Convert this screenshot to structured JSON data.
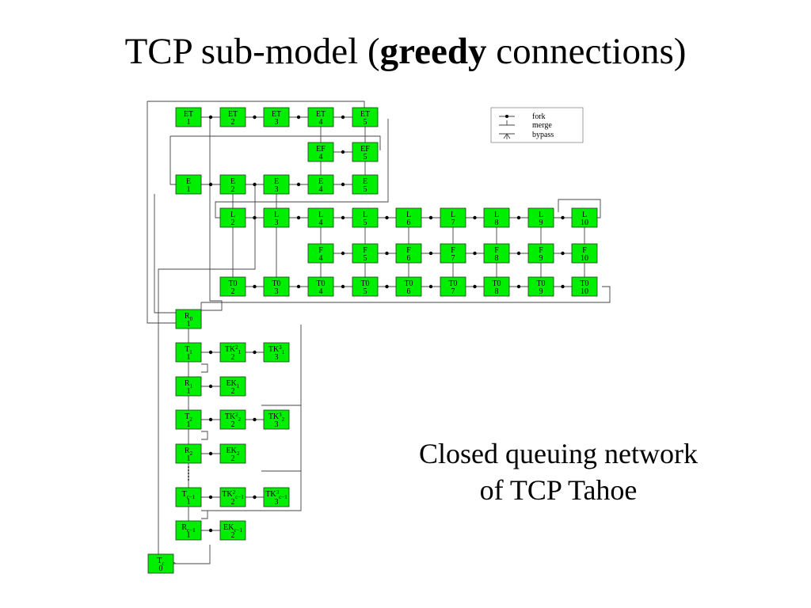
{
  "slide": {
    "title_pre": "TCP sub-model (",
    "title_bold": "greedy",
    "title_post": " connections)",
    "caption_line1": "Closed queuing network",
    "caption_line2": "of TCP Tahoe"
  },
  "legend": {
    "fork": "fork",
    "merge": "merge",
    "bypass": "bypass"
  },
  "nodes": [
    {
      "id": "ET1",
      "a": "ET",
      "b": "1"
    },
    {
      "id": "ET2",
      "a": "ET",
      "b": "2"
    },
    {
      "id": "ET3",
      "a": "ET",
      "b": "3"
    },
    {
      "id": "ET4",
      "a": "ET",
      "b": "4"
    },
    {
      "id": "ET5",
      "a": "ET",
      "b": "5"
    },
    {
      "id": "EF4",
      "a": "EF",
      "b": "4"
    },
    {
      "id": "EF5",
      "a": "EF",
      "b": "5"
    },
    {
      "id": "E1",
      "a": "E",
      "b": "1"
    },
    {
      "id": "E2",
      "a": "E",
      "b": "2"
    },
    {
      "id": "E3",
      "a": "E",
      "b": "3"
    },
    {
      "id": "E4",
      "a": "E",
      "b": "4"
    },
    {
      "id": "E5",
      "a": "E",
      "b": "5"
    },
    {
      "id": "L2",
      "a": "L",
      "b": "2"
    },
    {
      "id": "L3",
      "a": "L",
      "b": "3"
    },
    {
      "id": "L4",
      "a": "L",
      "b": "4"
    },
    {
      "id": "L5",
      "a": "L",
      "b": "5"
    },
    {
      "id": "L6",
      "a": "L",
      "b": "6"
    },
    {
      "id": "L7",
      "a": "L",
      "b": "7"
    },
    {
      "id": "L8",
      "a": "L",
      "b": "8"
    },
    {
      "id": "L9",
      "a": "L",
      "b": "9"
    },
    {
      "id": "L10",
      "a": "L",
      "b": "10"
    },
    {
      "id": "F4",
      "a": "F",
      "b": "4"
    },
    {
      "id": "F5",
      "a": "F",
      "b": "5"
    },
    {
      "id": "F6",
      "a": "F",
      "b": "6"
    },
    {
      "id": "F7",
      "a": "F",
      "b": "7"
    },
    {
      "id": "F8",
      "a": "F",
      "b": "8"
    },
    {
      "id": "F9",
      "a": "F",
      "b": "9"
    },
    {
      "id": "F10",
      "a": "F",
      "b": "10"
    },
    {
      "id": "T02",
      "a": "T0",
      "b": "2"
    },
    {
      "id": "T03",
      "a": "T0",
      "b": "3"
    },
    {
      "id": "T04",
      "a": "T0",
      "b": "4"
    },
    {
      "id": "T05",
      "a": "T0",
      "b": "5"
    },
    {
      "id": "T06",
      "a": "T0",
      "b": "6"
    },
    {
      "id": "T07",
      "a": "T0",
      "b": "7"
    },
    {
      "id": "T08",
      "a": "T0",
      "b": "8"
    },
    {
      "id": "T09",
      "a": "T0",
      "b": "9"
    },
    {
      "id": "T010",
      "a": "T0",
      "b": "10"
    },
    {
      "id": "R0",
      "a": "R",
      "sub": "0",
      "b": "1"
    },
    {
      "id": "T1",
      "a": "T",
      "sub": "1",
      "b": "1"
    },
    {
      "id": "TK1_2",
      "a": "TK",
      "sup": "2",
      "sub": "1",
      "b": "2"
    },
    {
      "id": "TK1_3",
      "a": "TK",
      "sup": "3",
      "sub": "1",
      "b": "3"
    },
    {
      "id": "R1",
      "a": "R",
      "sub": "1",
      "b": "1"
    },
    {
      "id": "EK1",
      "a": "EK",
      "sub": "1",
      "b": "2"
    },
    {
      "id": "T2",
      "a": "T",
      "sub": "2",
      "b": "1"
    },
    {
      "id": "TK2_2",
      "a": "TK",
      "sup": "2",
      "sub": "2",
      "b": "2"
    },
    {
      "id": "TK2_3",
      "a": "TK",
      "sup": "3",
      "sub": "2",
      "b": "3"
    },
    {
      "id": "R2",
      "a": "R",
      "sub": "2",
      "b": "1"
    },
    {
      "id": "EK2",
      "a": "EK",
      "sub": "2",
      "b": "2"
    },
    {
      "id": "Tc1",
      "a": "T",
      "sub": "c−1",
      "b": "1"
    },
    {
      "id": "TKc_2",
      "a": "TK",
      "sup": "2",
      "sub": "c−1",
      "b": "2"
    },
    {
      "id": "TKc_3",
      "a": "TK",
      "sup": "3",
      "sub": "c−1",
      "b": "3"
    },
    {
      "id": "Rc1",
      "a": "R",
      "sub": "c−1",
      "b": "1"
    },
    {
      "id": "EKc",
      "a": "EK",
      "sub": "c−1",
      "b": "2"
    },
    {
      "id": "Tc",
      "a": "T",
      "sub": "c",
      "b": "0"
    }
  ]
}
